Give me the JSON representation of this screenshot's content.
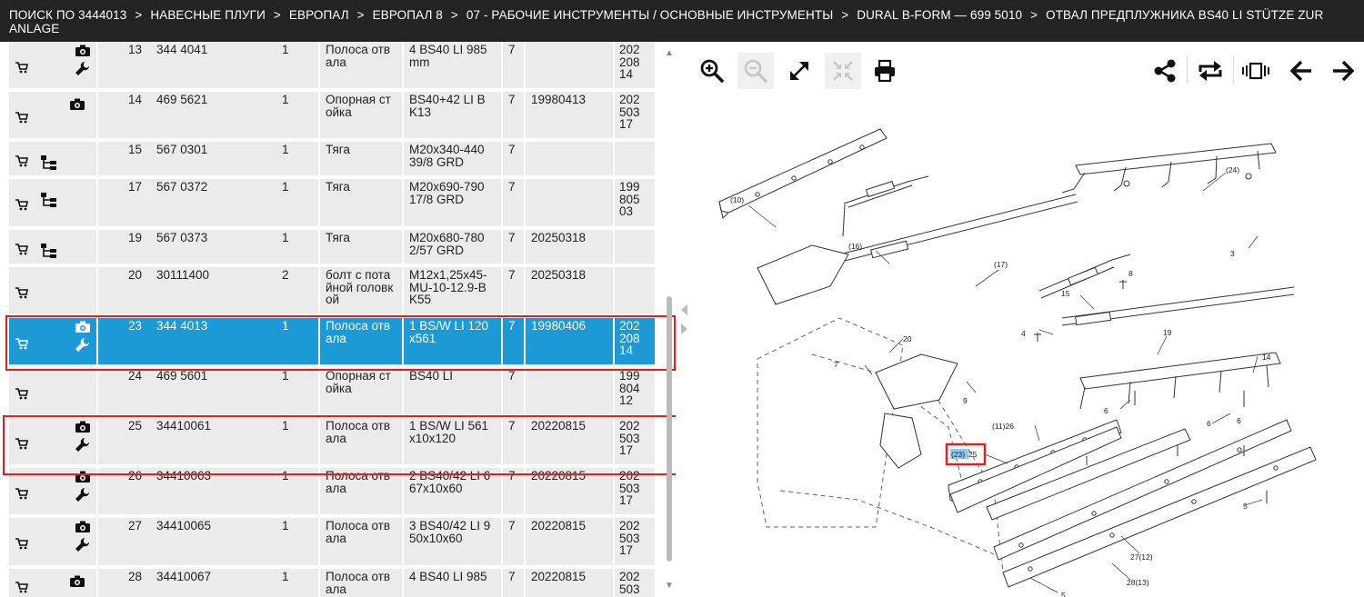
{
  "breadcrumb": {
    "items": [
      "ПОИСК ПО 3444013",
      "НАВЕСНЫЕ ПЛУГИ",
      "ЕВРОПАЛ",
      "ЕВРОПАЛ 8",
      "07 - РАБОЧИЕ ИНСТРУМЕНТЫ / ОСНОВНЫЕ ИНСТРУМЕНТЫ",
      "DURAL B-FORM — 699 5010",
      "ОТВАЛ ПРЕДПЛУЖНИКА BS40 LI STÜTZE ZUR ANLAGE"
    ],
    "separator": ">"
  },
  "parts": {
    "rows": [
      {
        "num": "13",
        "article": "344 4041",
        "qty": "1",
        "name": "Полоса отв ала",
        "spec": "4 BS40 LI 985 mm",
        "col7": "7",
        "date": "",
        "date2": "202 208 14",
        "icons": [
          "cart",
          "camera",
          "wrench"
        ],
        "selected": false
      },
      {
        "num": "14",
        "article": "469 5621",
        "qty": "1",
        "name": "Опорная ст ойка",
        "spec": "BS40+42 LI B K13",
        "col7": "7",
        "date": "19980413",
        "date2": "202 503 17",
        "icons": [
          "cart",
          "camera"
        ],
        "selected": false
      },
      {
        "num": "15",
        "article": "567 0301",
        "qty": "1",
        "name": "Тяга",
        "spec": "M20x340-440 39/8 GRD",
        "col7": "7",
        "date": "",
        "date2": "",
        "icons": [
          "cart",
          "tree"
        ],
        "selected": false
      },
      {
        "num": "17",
        "article": "567 0372",
        "qty": "1",
        "name": "Тяга",
        "spec": "M20x690-790 17/8 GRD",
        "col7": "7",
        "date": "",
        "date2": "199 805 03",
        "icons": [
          "cart",
          "tree"
        ],
        "selected": false
      },
      {
        "num": "19",
        "article": "567 0373",
        "qty": "1",
        "name": "Тяга",
        "spec": "M20x680-780 2/57 GRD",
        "col7": "7",
        "date": "20250318",
        "date2": "",
        "icons": [
          "cart",
          "tree"
        ],
        "selected": false
      },
      {
        "num": "20",
        "article": "30111400",
        "qty": "2",
        "name": "болт с пота йной головк ой",
        "spec": "M12x1,25x45-MU-10-12.9-B K55",
        "col7": "7",
        "date": "20250318",
        "date2": "",
        "icons": [
          "cart"
        ],
        "selected": false
      },
      {
        "num": "23",
        "article": "344 4013",
        "qty": "1",
        "name": "Полоса отв ала",
        "spec": "1 BS/W LI 120 x561",
        "col7": "7",
        "date": "19980406",
        "date2": "202 208 14",
        "icons": [
          "cart",
          "camera",
          "wrench"
        ],
        "selected": true
      },
      {
        "num": "24",
        "article": "469 5601",
        "qty": "1",
        "name": "Опорная ст ойка",
        "spec": "BS40 LI",
        "col7": "7",
        "date": "",
        "date2": "199 804 12",
        "icons": [
          "cart"
        ],
        "selected": false
      },
      {
        "num": "25",
        "article": "34410061",
        "qty": "1",
        "name": "Полоса отв ала",
        "spec": "1 BS/W LI 561 x10x120",
        "col7": "7",
        "date": "20220815",
        "date2": "202 503 17",
        "icons": [
          "cart",
          "camera",
          "wrench"
        ],
        "selected": false
      },
      {
        "num": "26",
        "article": "34410063",
        "qty": "1",
        "name": "Полоса отв ала",
        "spec": "2 BS40/42 LI 6 67x10x60",
        "col7": "7",
        "date": "20220815",
        "date2": "202 503 17",
        "icons": [
          "cart",
          "camera",
          "wrench"
        ],
        "selected": false
      },
      {
        "num": "27",
        "article": "34410065",
        "qty": "1",
        "name": "Полоса отв ала",
        "spec": "3 BS40/42 LI 9 50x10x60",
        "col7": "7",
        "date": "20220815",
        "date2": "202 503 17",
        "icons": [
          "cart",
          "camera",
          "wrench"
        ],
        "selected": false
      },
      {
        "num": "28",
        "article": "34410067",
        "qty": "1",
        "name": "Полоса отв ала",
        "spec": "4 BS40 LI 985",
        "col7": "7",
        "date": "20220815",
        "date2": "202 503",
        "icons": [
          "cart",
          "camera"
        ],
        "selected": false
      }
    ]
  },
  "toolbar": {
    "left_icons": [
      "zoom-in-icon",
      "zoom-out-icon",
      "expand-icon",
      "fit-icon",
      "print-icon"
    ],
    "right_icons": [
      "share-icon",
      "swap-icon",
      "carousel-icon",
      "arrow-left-icon",
      "arrow-right-icon"
    ]
  },
  "drawing": {
    "callouts": {
      "c10": "(10)",
      "c24": "(24)",
      "c16": "(16)",
      "c17": "(17)",
      "c3": "3",
      "c8": "8",
      "c15": "15",
      "c4": "4",
      "c19": "19",
      "c20": "20",
      "c14": "14",
      "c7": "7",
      "c9": "9",
      "c6a": "6",
      "c6b": "6",
      "c6c": "6",
      "c1126": "(11)26",
      "c23": "(23)",
      "c25": "25",
      "c5a": "5",
      "c2712": "27(12)",
      "c2813": "28(13)",
      "c5b": "5"
    }
  },
  "colors": {
    "topbar_bg": "#232323",
    "row_bg": "#ebebeb",
    "selected_bg": "#1c9ad6",
    "highlight_border": "#e02020",
    "callout_highlight": "#8ec9ee"
  }
}
